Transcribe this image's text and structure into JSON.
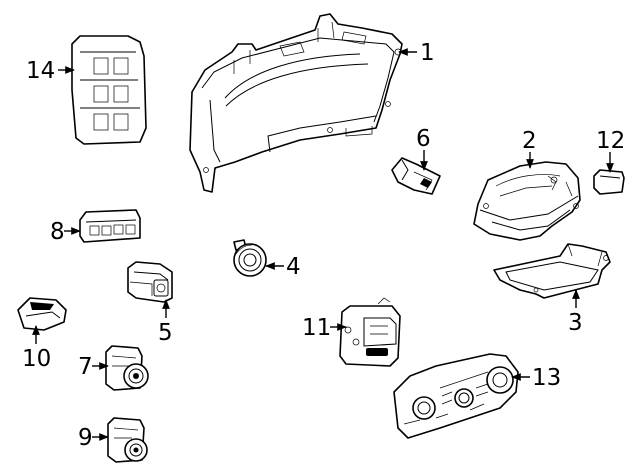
{
  "callouts": [
    {
      "id": "1",
      "label": "1"
    },
    {
      "id": "2",
      "label": "2"
    },
    {
      "id": "3",
      "label": "3"
    },
    {
      "id": "4",
      "label": "4"
    },
    {
      "id": "5",
      "label": "5"
    },
    {
      "id": "6",
      "label": "6"
    },
    {
      "id": "7",
      "label": "7"
    },
    {
      "id": "8",
      "label": "8"
    },
    {
      "id": "9",
      "label": "9"
    },
    {
      "id": "10",
      "label": "10"
    },
    {
      "id": "11",
      "label": "11"
    },
    {
      "id": "12",
      "label": "12"
    },
    {
      "id": "13",
      "label": "13"
    },
    {
      "id": "14",
      "label": "14"
    }
  ],
  "parts": [
    {
      "callout": "1",
      "depicts": "instrument-cluster"
    },
    {
      "callout": "2",
      "depicts": "control-module"
    },
    {
      "callout": "3",
      "depicts": "mounting-bracket"
    },
    {
      "callout": "4",
      "depicts": "ignition-switch"
    },
    {
      "callout": "5",
      "depicts": "switch"
    },
    {
      "callout": "6",
      "depicts": "sensor"
    },
    {
      "callout": "7",
      "depicts": "knob-switch"
    },
    {
      "callout": "8",
      "depicts": "switch-panel"
    },
    {
      "callout": "9",
      "depicts": "knob-switch"
    },
    {
      "callout": "10",
      "depicts": "switch"
    },
    {
      "callout": "11",
      "depicts": "headlamp-switch"
    },
    {
      "callout": "12",
      "depicts": "connector"
    },
    {
      "callout": "13",
      "depicts": "climate-control-panel"
    },
    {
      "callout": "14",
      "depicts": "switch-assembly"
    }
  ]
}
